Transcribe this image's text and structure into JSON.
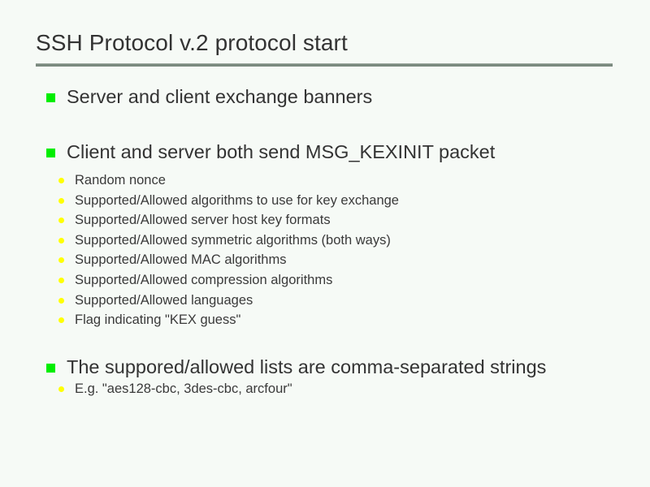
{
  "slide": {
    "title": "SSH Protocol v.2 protocol start",
    "colors": {
      "background": "#f6faf6",
      "title_text": "#333333",
      "body_text": "#333333",
      "rule": "#7b8a7f",
      "level1_bullet": "#00ee00",
      "level2_bullet": "#ffff00"
    },
    "bullets": [
      {
        "level": 1,
        "text": "Server and client exchange banners",
        "marker": "green-square-bullet"
      },
      {
        "level": 1,
        "text": "Client and server both send MSG_KEXINIT packet",
        "marker": "green-square-bullet"
      },
      {
        "level": 2,
        "text": "Random nonce",
        "marker": "yellow-dot-bullet"
      },
      {
        "level": 2,
        "text": "Supported/Allowed algorithms to use for key exchange",
        "marker": "yellow-dot-bullet"
      },
      {
        "level": 2,
        "text": "Supported/Allowed server host key formats",
        "marker": "yellow-dot-bullet"
      },
      {
        "level": 2,
        "text": "Supported/Allowed symmetric algorithms (both ways)",
        "marker": "yellow-dot-bullet"
      },
      {
        "level": 2,
        "text": "Supported/Allowed MAC algorithms",
        "marker": "yellow-dot-bullet"
      },
      {
        "level": 2,
        "text": "Supported/Allowed compression algorithms",
        "marker": "yellow-dot-bullet"
      },
      {
        "level": 2,
        "text": "Supported/Allowed languages",
        "marker": "yellow-dot-bullet"
      },
      {
        "level": 2,
        "text": "Flag indicating \"KEX guess\"",
        "marker": "yellow-dot-bullet"
      },
      {
        "level": 1,
        "text": "The suppored/allowed lists are comma-separated strings",
        "marker": "green-square-bullet"
      },
      {
        "level": 2,
        "text": "E.g. \"aes128-cbc, 3des-cbc, arcfour\"",
        "marker": "yellow-dot-bullet"
      }
    ]
  }
}
